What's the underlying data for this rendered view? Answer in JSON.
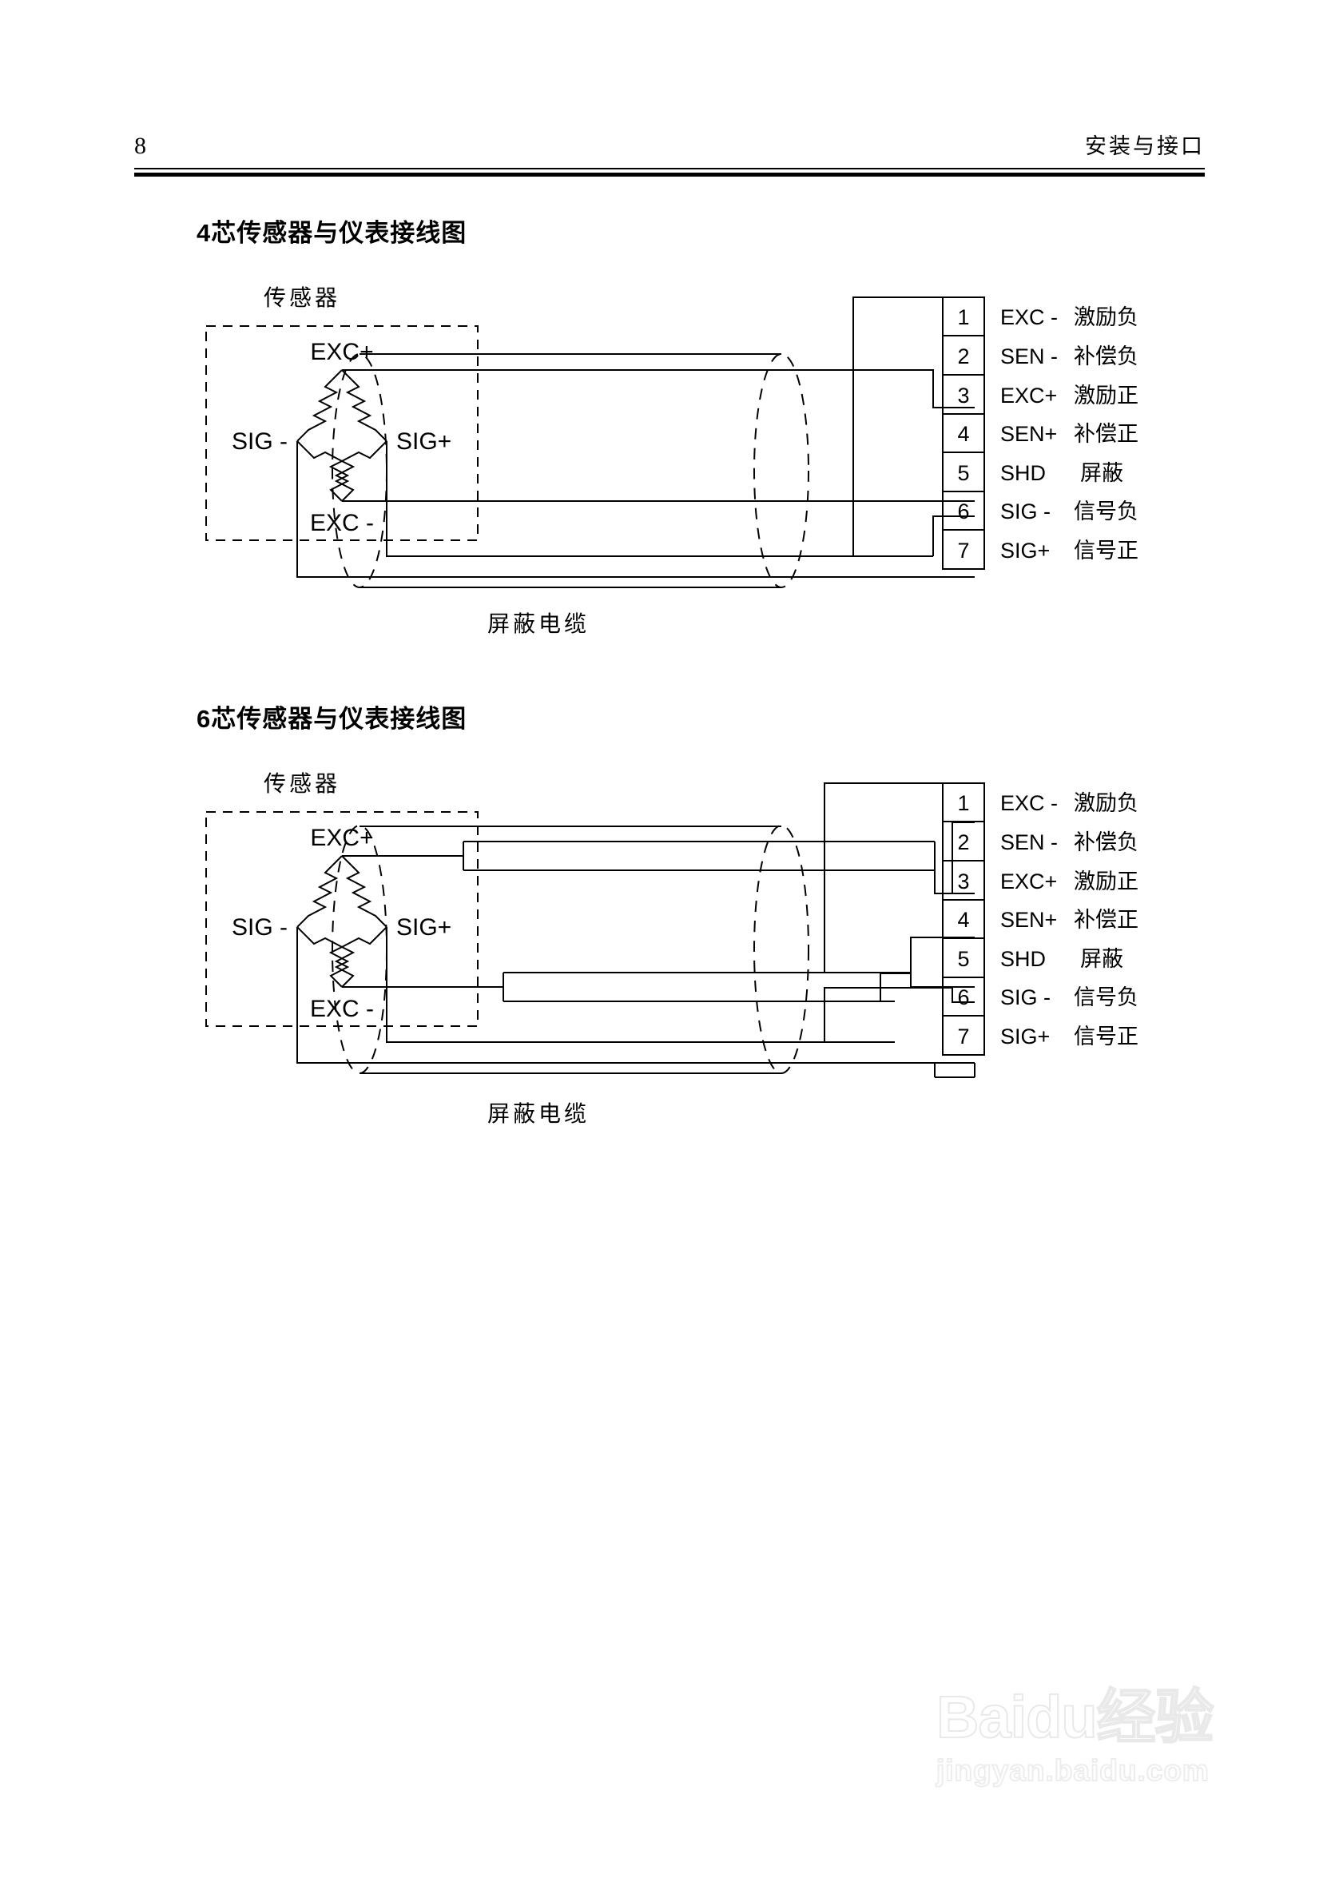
{
  "header": {
    "page_number": "8",
    "chapter_title": "安装与接口"
  },
  "sections": [
    {
      "title": "4芯传感器与仪表接线图",
      "sensor_caption": "传感器",
      "cable_caption": "屏蔽电缆",
      "bridge": {
        "top": "EXC+",
        "bottom": "EXC -",
        "left": "SIG -",
        "right": "SIG+"
      },
      "terminals": [
        {
          "number": "1",
          "code": "EXC -",
          "name": "激励负",
          "connected": true
        },
        {
          "number": "2",
          "code": "SEN -",
          "name": "补偿负",
          "connected": false
        },
        {
          "number": "3",
          "code": "EXC+",
          "name": "激励正",
          "connected": true
        },
        {
          "number": "4",
          "code": "SEN+",
          "name": "补偿正",
          "connected": false
        },
        {
          "number": "5",
          "code": "SHD",
          "name": "屏蔽",
          "connected": true
        },
        {
          "number": "6",
          "code": "SIG -",
          "name": "信号负",
          "connected": true
        },
        {
          "number": "7",
          "code": "SIG+",
          "name": "信号正",
          "connected": true
        }
      ]
    },
    {
      "title": "6芯传感器与仪表接线图",
      "sensor_caption": "传感器",
      "cable_caption": "屏蔽电缆",
      "bridge": {
        "top": "EXC+",
        "bottom": "EXC -",
        "left": "SIG -",
        "right": "SIG+"
      },
      "terminals": [
        {
          "number": "1",
          "code": "EXC -",
          "name": "激励负",
          "connected": true
        },
        {
          "number": "2",
          "code": "SEN -",
          "name": "补偿负",
          "connected": true
        },
        {
          "number": "3",
          "code": "EXC+",
          "name": "激励正",
          "connected": true
        },
        {
          "number": "4",
          "code": "SEN+",
          "name": "补偿正",
          "connected": true
        },
        {
          "number": "5",
          "code": "SHD",
          "name": "屏蔽",
          "connected": true
        },
        {
          "number": "6",
          "code": "SIG -",
          "name": "信号负",
          "connected": true
        },
        {
          "number": "7",
          "code": "SIG+",
          "name": "信号正",
          "connected": true
        }
      ]
    }
  ],
  "watermark": {
    "brand": "Baidu",
    "brand_cn": "经验",
    "url": "jingyan.baidu.com"
  }
}
